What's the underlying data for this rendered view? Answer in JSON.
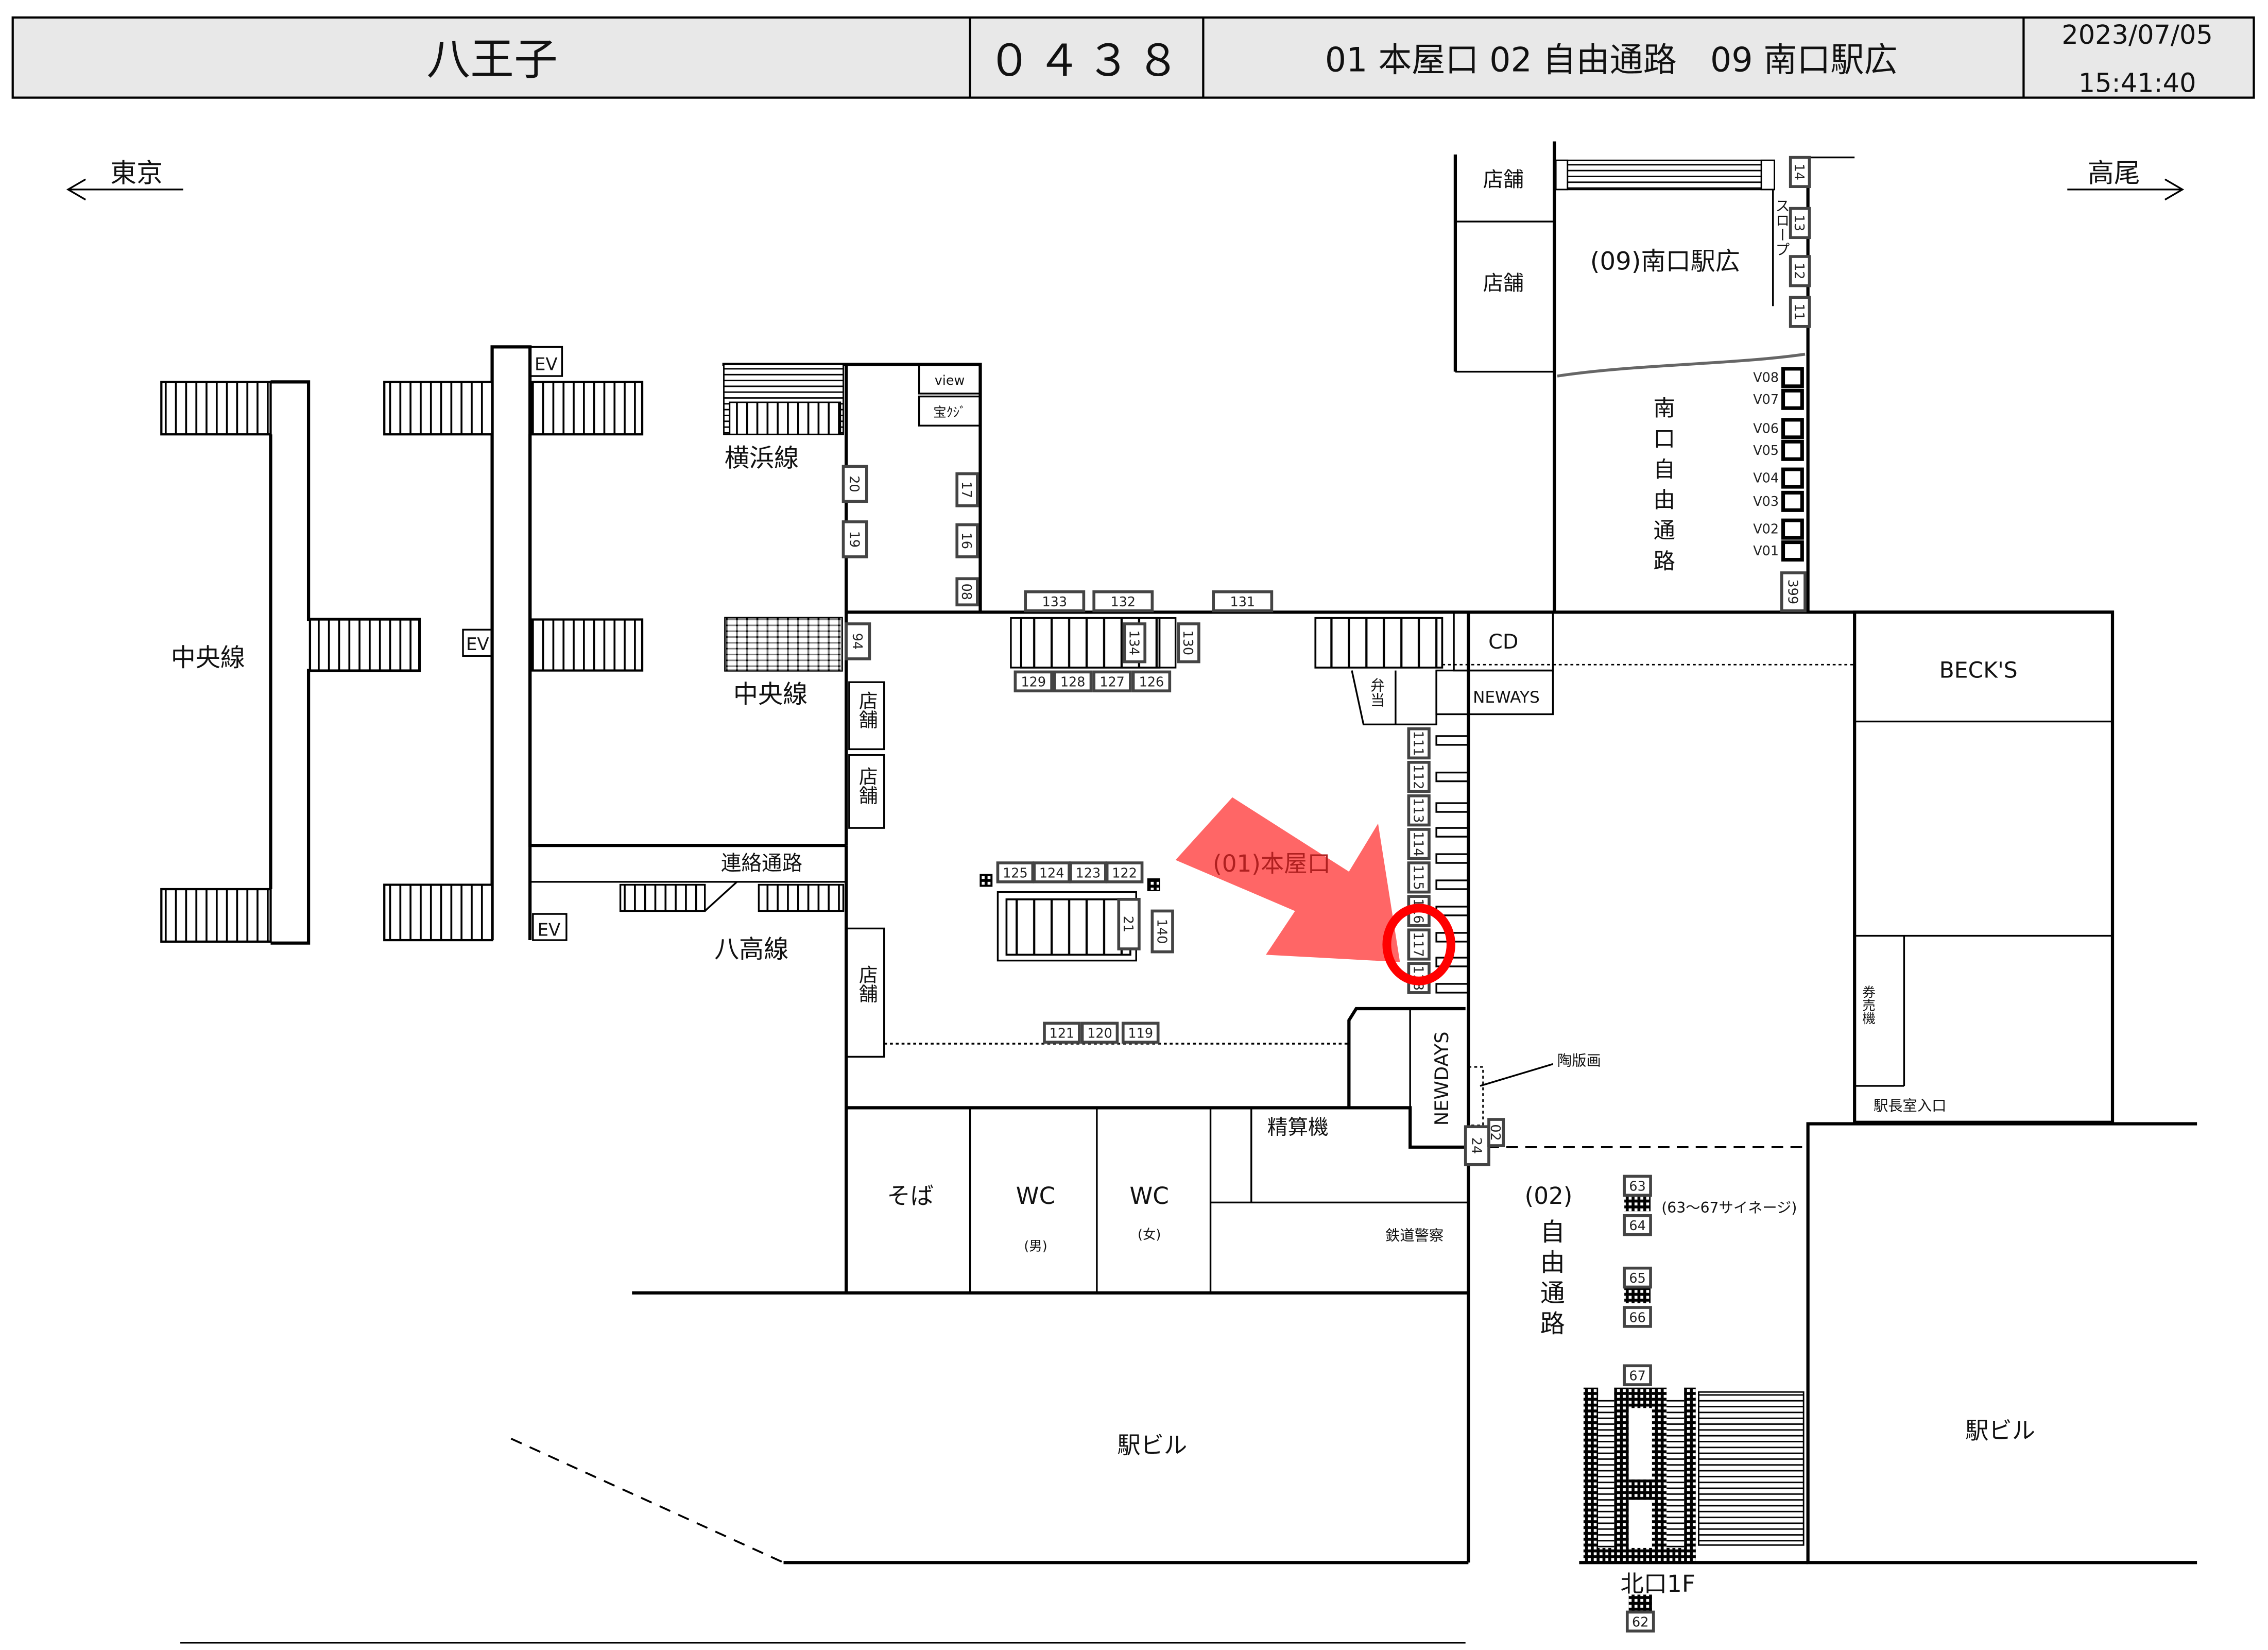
{
  "header": {
    "station": "八王子",
    "code": "０４３８",
    "exits": "01 本屋口 02 自由通路　09 南口駅広",
    "date": "2023/07/05",
    "time": "15:41:40"
  },
  "directions": {
    "left": "東京",
    "right": "高尾"
  },
  "labels": {
    "chuo_left": "中央線",
    "yokohama": "横浜線",
    "chuo_mid": "中央線",
    "renraku": "連絡通路",
    "hachiko": "八高線",
    "ev": "EV",
    "view": "view",
    "takarakuji": "宝ｸｼﾞ",
    "shop": "店舗",
    "minami_ekihiro": "(09)南口駅広",
    "slope": "スロープ",
    "minami_jiyu": "南口自由通路",
    "cd": "CD",
    "neways": "NEWAYS",
    "bento": "弁当",
    "honya": "(01)本屋口",
    "becks": "BECK'S",
    "kenbaiki": "券売機",
    "ekichoshitsu": "駅長室入口",
    "newdays": "NEWDAYS",
    "touhanga": "陶版画",
    "seisanki": "精算機",
    "soba": "そば",
    "wc": "WC",
    "male": "(男)",
    "female": "(女)",
    "police": "鉄道警察",
    "jiyu_num": "(02)",
    "jiyu": "自由通路",
    "signage": "(63～67サイネージ)",
    "kitaguchi": "北口1F",
    "ekibiru": "駅ビル"
  },
  "gates": [
    "133",
    "132",
    "131",
    "134",
    "130",
    "129",
    "128",
    "127",
    "126",
    "125",
    "124",
    "123",
    "122",
    "21",
    "140",
    "121",
    "120",
    "119",
    "111",
    "112",
    "113",
    "114",
    "115",
    "116",
    "117",
    "118",
    "20",
    "19",
    "17",
    "16",
    "08",
    "94",
    "14",
    "13",
    "12",
    "11",
    "399",
    "24",
    "02",
    "63",
    "64",
    "65",
    "66",
    "67",
    "62"
  ],
  "vending": [
    "V08",
    "V07",
    "V06",
    "V05",
    "V04",
    "V03",
    "V02",
    "V01"
  ],
  "highlight": {
    "arrow_color": "#ff6666",
    "circle_color": "#ff0000"
  }
}
